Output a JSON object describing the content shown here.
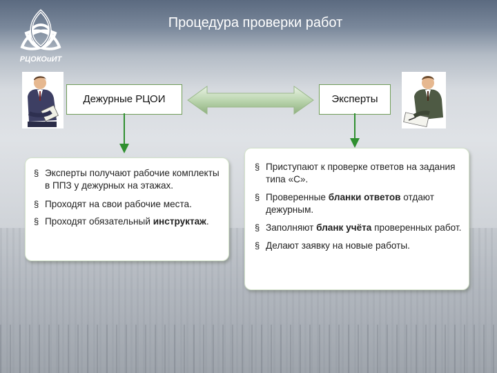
{
  "slide": {
    "title": "Процедура проверки работ"
  },
  "logo": {
    "text": "РЦОКОиИТ",
    "icon": "triquetra-knot-icon"
  },
  "left": {
    "header": "Дежурные РЦОИ",
    "person_icon": "person-reading-icon",
    "items": [
      {
        "text": "Эксперты получают рабочие комплекты в ППЗ у дежурных на этажах."
      },
      {
        "text": "Проходят на свои рабочие места."
      },
      {
        "pre": "Проходят обязательный ",
        "bold": "инструктаж",
        "post": "."
      }
    ]
  },
  "right": {
    "header": "Эксперты",
    "person_icon": "person-writing-icon",
    "items": [
      {
        "text": "Приступают к проверке ответов на задания типа «С»."
      },
      {
        "pre": "Проверенные ",
        "bold": "бланки ответов",
        "post": " отдают дежурным."
      },
      {
        "pre": "Заполняют ",
        "bold": "бланк учёта",
        "post": " проверенных работ."
      },
      {
        "text": "Делают заявку на новые работы."
      }
    ]
  },
  "colors": {
    "accent_green": "#2f8f2f",
    "card_border": "#d4e3cb",
    "double_arrow": "#bcd6b0"
  }
}
